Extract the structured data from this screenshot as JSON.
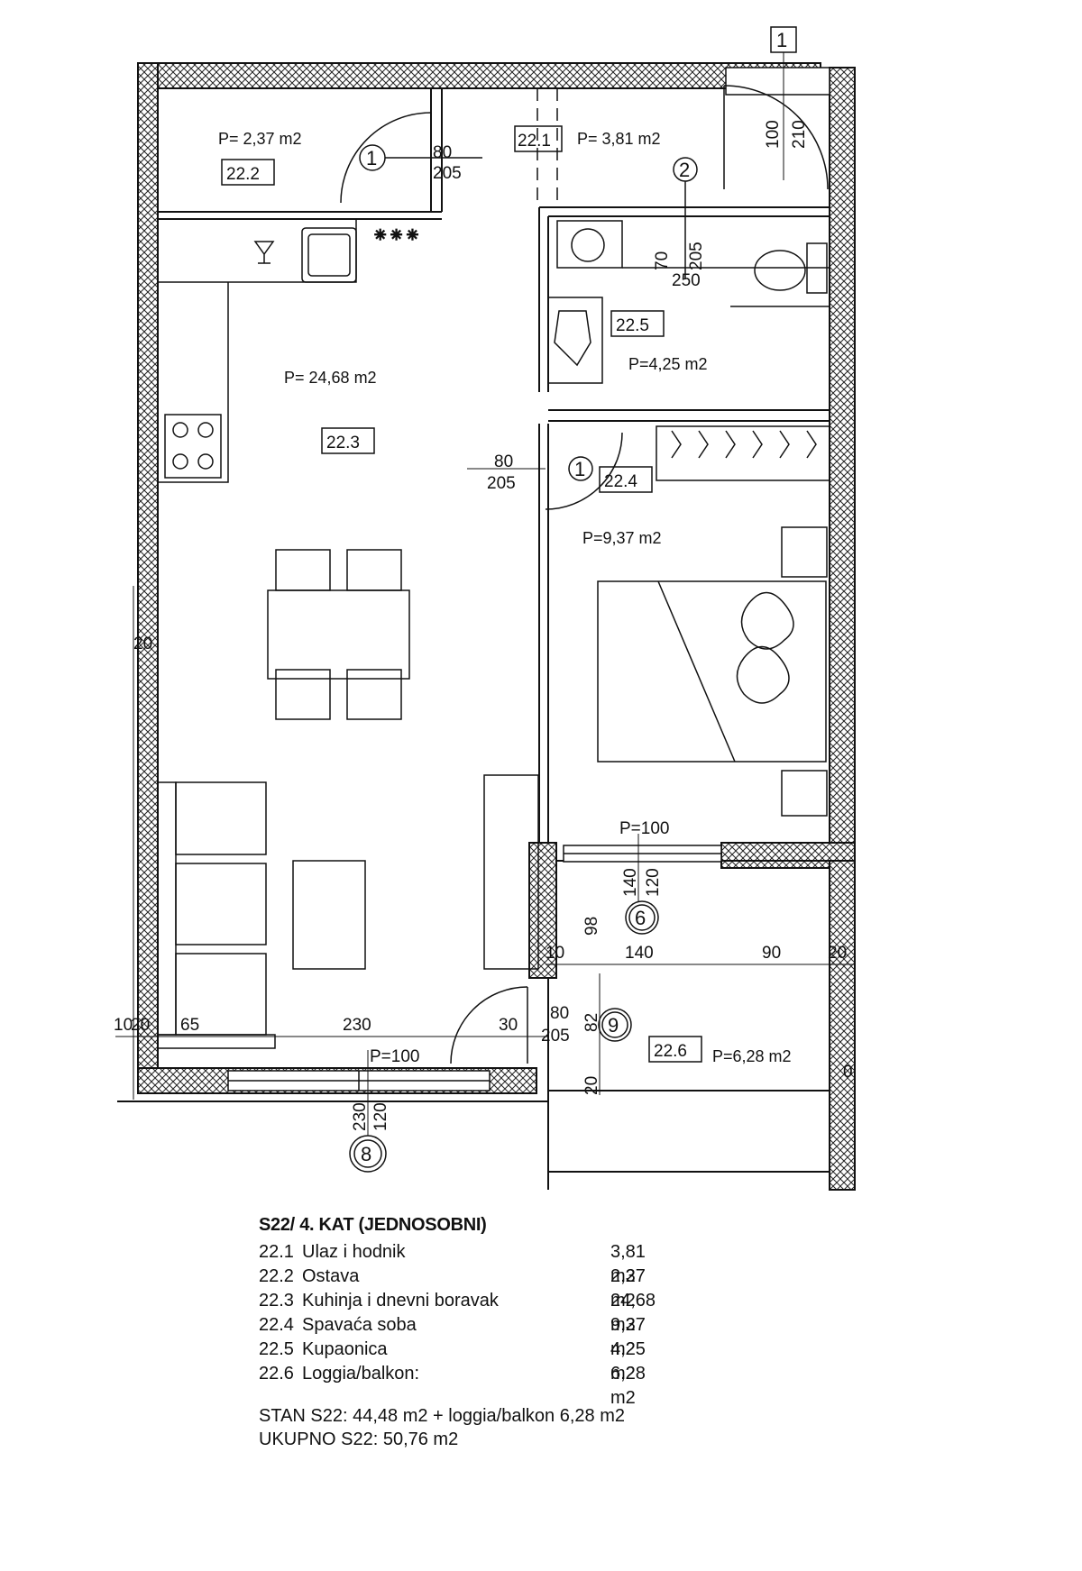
{
  "rooms": [
    {
      "id": "22.1",
      "area": "P= 3,81 m2"
    },
    {
      "id": "22.2",
      "area": "P= 2,37 m2"
    },
    {
      "id": "22.3",
      "area": "P= 24,68 m2"
    },
    {
      "id": "22.4",
      "area": "P=9,37 m2"
    },
    {
      "id": "22.5",
      "area": "P=4,25 m2"
    },
    {
      "id": "22.6",
      "area": "P=6,28 m2"
    }
  ],
  "door_marks": [
    "1",
    "2",
    "1",
    "9"
  ],
  "window_marks": [
    "6",
    "8"
  ],
  "section_mark": "1",
  "dimensions": {
    "door_22_2": [
      "80",
      "205"
    ],
    "door_bath": [
      "70",
      "205",
      "250"
    ],
    "door_bed": [
      "80",
      "205"
    ],
    "door_loggia": [
      "80",
      "205"
    ],
    "entry": [
      "100",
      "210"
    ],
    "window_bed": {
      "label": "P=100",
      "h1": "140",
      "h2": "120"
    },
    "window_living": {
      "label": "P=100",
      "h1": "230",
      "h2": "120"
    },
    "loggia_side": "98",
    "loggia_row": [
      "10",
      "140",
      "90",
      "20"
    ],
    "bottom_row": [
      "10",
      "20",
      "65",
      "230",
      "30"
    ],
    "wall_left": "20",
    "loggia_v1": "82",
    "loggia_v2": "20",
    "loggia_zero": "0"
  },
  "legend": {
    "title": "S22/ 4. KAT (JEDNOSOBNI)",
    "rows": [
      {
        "code": "22.1",
        "name": "Ulaz i hodnik",
        "area": "3,81 m2"
      },
      {
        "code": "22.2",
        "name": "Ostava",
        "area": "2,37 m2"
      },
      {
        "code": "22.3",
        "name": "Kuhinja i dnevni boravak",
        "area": "24,68 m2"
      },
      {
        "code": "22.4",
        "name": "Spavaća soba",
        "area": "9,37 m2"
      },
      {
        "code": "22.5",
        "name": "Kupaonica",
        "area": "4,25 m2"
      },
      {
        "code": "22.6",
        "name": "Loggia/balkon:",
        "area": "6,28 m2"
      }
    ],
    "total_line_1": "STAN S22: 44,48 m2 + loggia/balkon 6,28 m2",
    "total_line_2": "UKUPNO S22: 50,76 m2"
  }
}
